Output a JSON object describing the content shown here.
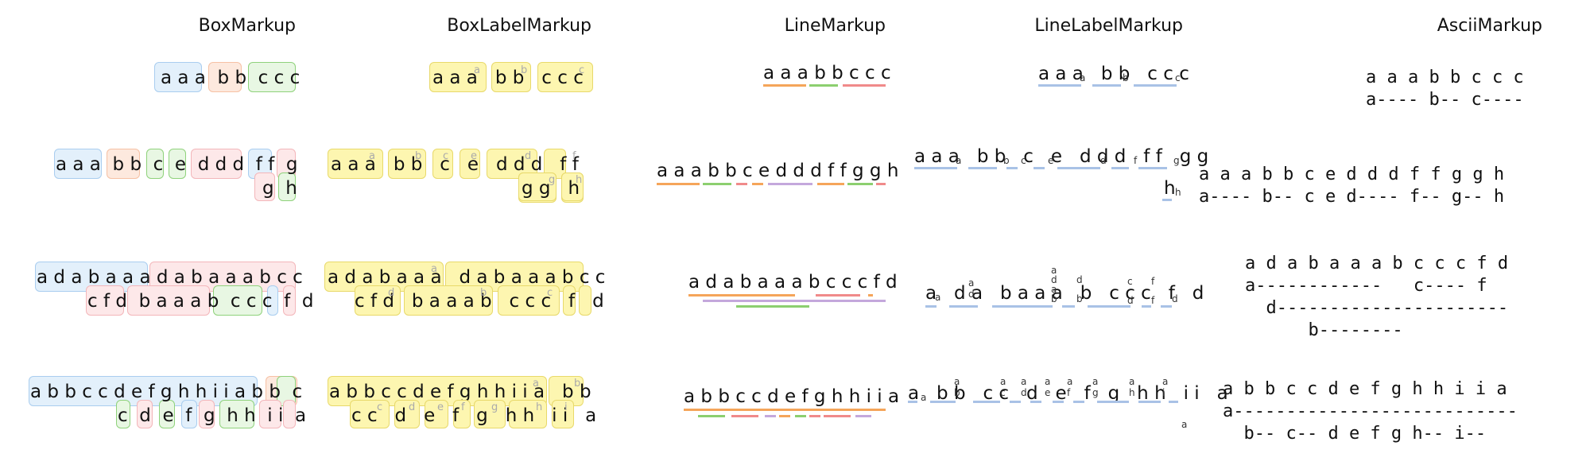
{
  "headers": [
    "BoxMarkup",
    "BoxLabelMarkup",
    "LineMarkup",
    "LineLabelMarkup",
    "AsciiMarkup"
  ],
  "colors": {
    "a": [
      "#e3f0fb",
      "#a9cdef"
    ],
    "b": [
      "#fde9de",
      "#f6c1a4"
    ],
    "c": [
      "#e8f7e3",
      "#8fd27b"
    ],
    "d": [
      "#fde8e9",
      "#f3b6ba"
    ],
    "label_box": [
      "#fdf6b0",
      "#e8d96a"
    ],
    "line_label": "#a9c2e6",
    "line_a": "#f5a55a",
    "line_b": "#8ccf6f",
    "line_c": "#f08a8a",
    "line_d": "#c4a8dc"
  },
  "rows": [
    {
      "sequence": "aaabbccc"
    },
    {
      "sequence": "aaabbcedddffggh"
    },
    {
      "sequence": "adabaaabcccfd"
    },
    {
      "sequence": "abbccdefghhiia"
    }
  ],
  "ascii": [
    [
      "a a a b b c c c",
      "a---- b-- c----"
    ],
    [
      "a a a b b c e d d d f f g g h",
      "a---- b-- c e d---- f-- g-- h"
    ],
    [
      "a d a b a a a b c c c f d",
      "a------------   c---- f",
      "  d----------------------",
      "      b--------"
    ],
    [
      "a b b c c d e f g h h i i a",
      "a---------------------------",
      "  b-- c-- d e f g h-- i--"
    ]
  ]
}
